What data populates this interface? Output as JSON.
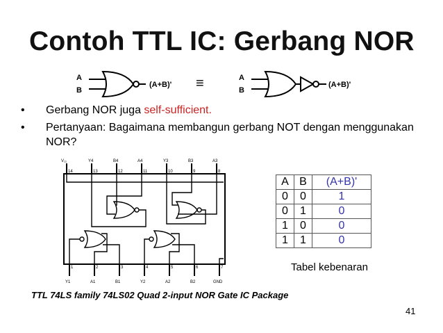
{
  "title": "Contoh TTL IC: Gerbang NOR",
  "equivalence": {
    "left_input_a": "A",
    "left_input_b": "B",
    "left_output": "(A+B)'",
    "symbol": "≡",
    "right_input_a": "A",
    "right_input_b": "B",
    "right_output": "(A+B)'"
  },
  "bullets": [
    {
      "text": "Gerbang NOR juga ",
      "highlight": "self-sufficient."
    },
    {
      "text": "Pertanyaan: Bagaimana membangun gerbang NOT dengan menggunakan NOR?"
    }
  ],
  "ic_pins": {
    "top": [
      "V₁₁",
      "Y4",
      "B4",
      "A4",
      "Y3",
      "B3",
      "A3"
    ],
    "top_numbers": [
      "14",
      "13",
      "12",
      "11",
      "10",
      "9",
      "8"
    ],
    "bottom": [
      "Y1",
      "A1",
      "B1",
      "Y2",
      "A2",
      "B2",
      "GND"
    ],
    "bottom_numbers": [
      "1",
      "2",
      "3",
      "4",
      "5",
      "6",
      "7"
    ]
  },
  "truth_table": {
    "headers": [
      "A",
      "B",
      "(A+B)'"
    ],
    "rows": [
      [
        "0",
        "0",
        "1"
      ],
      [
        "0",
        "1",
        "0"
      ],
      [
        "1",
        "0",
        "0"
      ],
      [
        "1",
        "1",
        "0"
      ]
    ],
    "caption": "Tabel kebenaran"
  },
  "package_caption": "TTL 74LS family 74LS02 Quad 2-input NOR Gate IC Package",
  "page_number": "41",
  "colors": {
    "highlight": "#cc2222",
    "table_output": "#3333aa"
  }
}
